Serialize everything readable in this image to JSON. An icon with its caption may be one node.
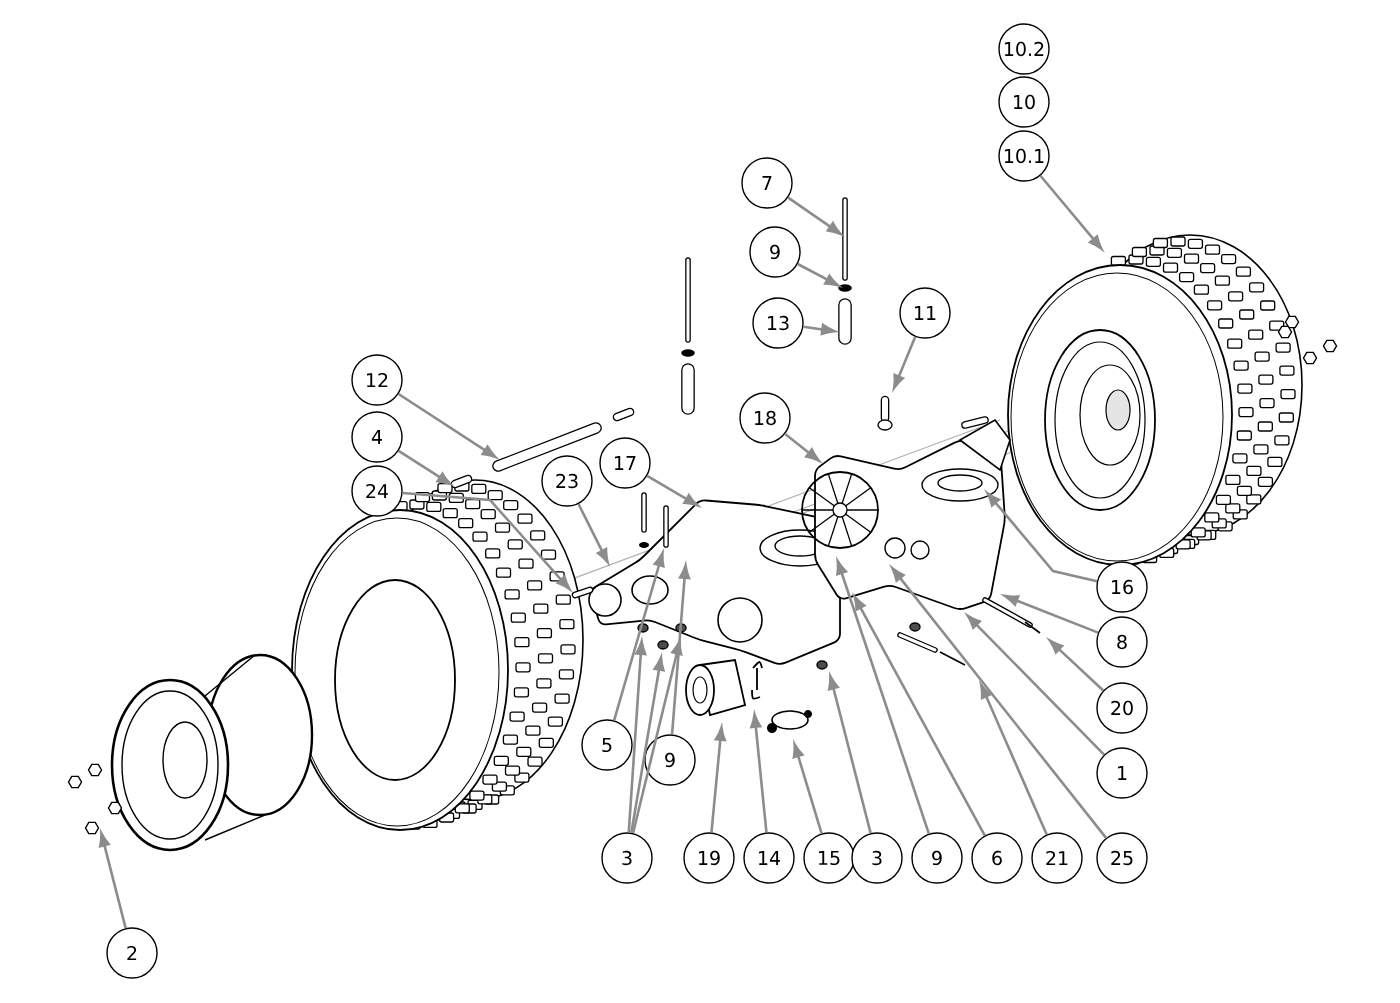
{
  "diagram": {
    "nodes": [
      {
        "text": [
          "10.2"
        ]
      },
      {
        "text": [
          "10"
        ]
      },
      {
        "text": [
          "10.1"
        ]
      },
      {
        "text": [
          "7"
        ]
      },
      {
        "text": [
          "9"
        ]
      },
      {
        "text": [
          "11"
        ]
      },
      {
        "text": [
          "13"
        ]
      },
      {
        "text": [
          "12"
        ]
      },
      {
        "text": [
          "18"
        ]
      },
      {
        "text": [
          "4"
        ]
      },
      {
        "text": [
          "17"
        ]
      },
      {
        "text": [
          "23"
        ]
      },
      {
        "text": [
          "24"
        ]
      },
      {
        "text": [
          "16"
        ]
      },
      {
        "text": [
          "8"
        ]
      },
      {
        "text": [
          "20"
        ]
      },
      {
        "text": [
          "5"
        ]
      },
      {
        "text": [
          "9"
        ]
      },
      {
        "text": [
          "1"
        ]
      },
      {
        "text": [
          "3"
        ]
      },
      {
        "text": [
          "19"
        ]
      },
      {
        "text": [
          "14"
        ]
      },
      {
        "text": [
          "15"
        ]
      },
      {
        "text": [
          "3"
        ]
      },
      {
        "text": [
          "9"
        ]
      },
      {
        "text": [
          "6"
        ]
      },
      {
        "text": [
          "21"
        ]
      },
      {
        "text": [
          "25"
        ]
      },
      {
        "text": [
          "2"
        ]
      }
    ],
    "edges": [
      {
        "from": 2,
        "to": null,
        "arrow": "to"
      },
      {
        "from": 3,
        "to": null,
        "arrow": "to"
      },
      {
        "from": 4,
        "to": null,
        "arrow": "to"
      },
      {
        "from": 6,
        "to": null,
        "arrow": "to"
      },
      {
        "from": 5,
        "to": null,
        "arrow": "to"
      },
      {
        "from": 7,
        "to": null,
        "arrow": "to"
      },
      {
        "from": 8,
        "to": null,
        "arrow": "to"
      },
      {
        "from": 9,
        "to": null,
        "arrow": "to"
      },
      {
        "from": 10,
        "to": null,
        "arrow": "to"
      },
      {
        "from": 11,
        "to": null,
        "arrow": "to"
      },
      {
        "from": 12,
        "to": null,
        "arrow": "to"
      },
      {
        "from": 13,
        "to": null,
        "arrow": "to"
      },
      {
        "from": 14,
        "to": null,
        "arrow": "to"
      },
      {
        "from": 15,
        "to": null,
        "arrow": "to"
      },
      {
        "from": 16,
        "to": null,
        "arrow": "to"
      },
      {
        "from": 17,
        "to": null,
        "arrow": "to"
      },
      {
        "from": 18,
        "to": null,
        "arrow": "to"
      },
      {
        "from": 19,
        "to": null,
        "arrow": "to"
      },
      {
        "from": 19,
        "to": null,
        "arrow": "to"
      },
      {
        "from": 19,
        "to": null,
        "arrow": "to"
      },
      {
        "from": 20,
        "to": null,
        "arrow": "to"
      },
      {
        "from": 21,
        "to": null,
        "arrow": "to"
      },
      {
        "from": 22,
        "to": null,
        "arrow": "to"
      },
      {
        "from": 23,
        "to": null,
        "arrow": "to"
      },
      {
        "from": 24,
        "to": null,
        "arrow": "to"
      },
      {
        "from": 25,
        "to": null,
        "arrow": "to"
      },
      {
        "from": 26,
        "to": null,
        "arrow": "to"
      },
      {
        "from": 27,
        "to": null,
        "arrow": "to"
      },
      {
        "from": 28,
        "to": null,
        "arrow": "to"
      }
    ]
  }
}
